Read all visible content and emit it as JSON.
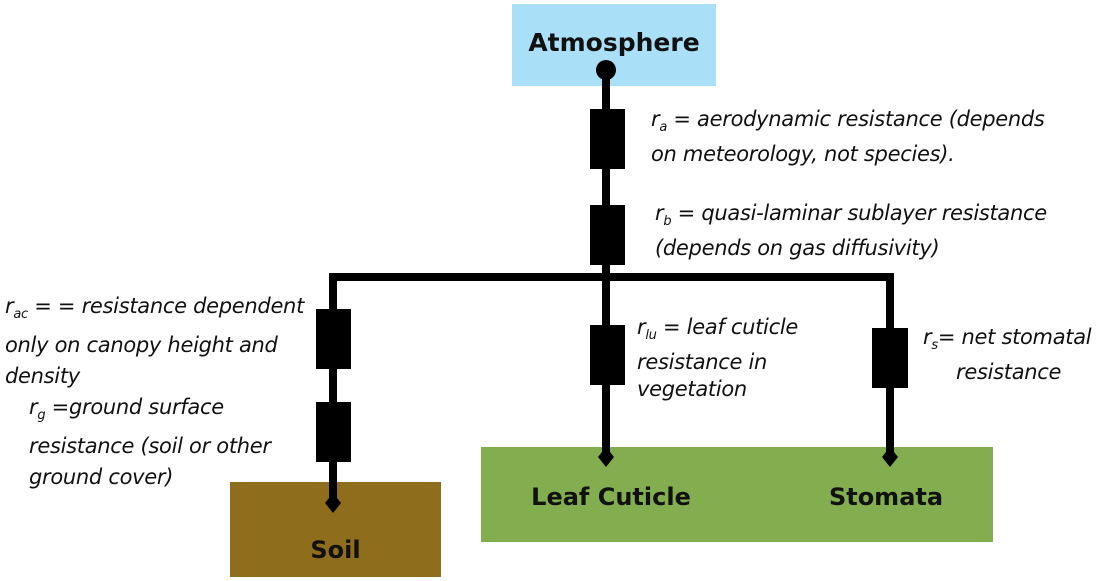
{
  "nodes": {
    "atmosphere": {
      "label": "Atmosphere",
      "color": "#a9dff7"
    },
    "soil": {
      "label": "Soil",
      "color": "#8e6d1c"
    },
    "vegetation": {
      "color": "#82ae50",
      "leaf_cuticle_label": "Leaf Cuticle",
      "stomata_label": "Stomata"
    }
  },
  "resistances": {
    "ra": {
      "symbol": "r",
      "subscript": "a",
      "line1": " = aerodynamic resistance (depends",
      "line2": "on meteorology, not species)."
    },
    "rb": {
      "symbol": "r",
      "subscript": "b",
      "line1": " = quasi-laminar sublayer resistance",
      "line2": "(depends on gas diffusivity)"
    },
    "rac": {
      "symbol": "r",
      "subscript": "ac",
      "line1": " = = resistance dependent",
      "line2": "only on canopy height and",
      "line3": "density"
    },
    "rg": {
      "symbol": "r",
      "subscript": "g",
      "line1": " =ground surface",
      "line2": "resistance (soil or other",
      "line3": "ground cover)"
    },
    "rlu": {
      "symbol": "r",
      "subscript": "lu",
      "line1": " = leaf cuticle",
      "line2": "resistance in",
      "line3": "vegetation"
    },
    "rs": {
      "symbol": "r",
      "subscript": "s",
      "line1": "= net stomatal",
      "line2": "resistance"
    }
  },
  "colors": {
    "wire": "#000000"
  }
}
